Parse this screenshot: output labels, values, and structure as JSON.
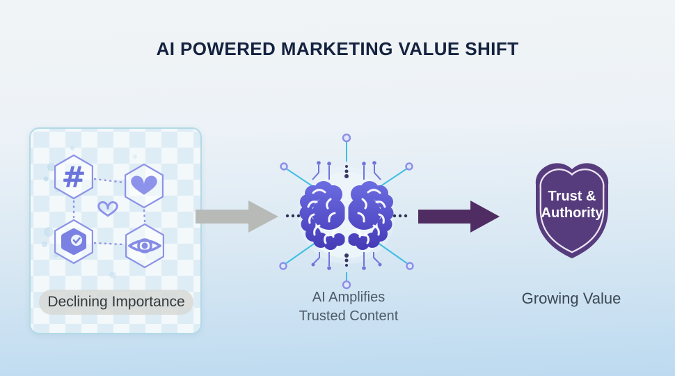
{
  "title": "AI POWERED MARKETING VALUE SHIFT",
  "stages": {
    "declining": {
      "label": "Declining Importance",
      "icon_names": [
        "hashtag-icon",
        "heart-icon",
        "verified-badge-icon",
        "eye-icon",
        "small-heart-icon"
      ],
      "hashtag_glyph": "#"
    },
    "ai_core": {
      "caption_line1": "AI Amplifies",
      "caption_line2": "Trusted Content",
      "icon_name": "ai-brain-icon"
    },
    "growing": {
      "shield_line1": "Trust &",
      "shield_line2": "Authority",
      "caption": "Growing Value",
      "icon_name": "trust-shield-icon"
    }
  },
  "arrows": {
    "declining_to_ai": {
      "color": "#b7bab7"
    },
    "ai_to_growing": {
      "color": "#4f2d62"
    }
  },
  "colors": {
    "title_text": "#14223f",
    "background_top": "#f1f4f6",
    "background_bottom": "#bcdaf0",
    "card_border": "#b2dae6",
    "periwinkle_icon": "#7d84e4",
    "hexagon_stroke": "#8d93e6",
    "cyan_circuit": "#3fbde4",
    "brain_gradient_top": "#6c6de2",
    "brain_gradient_bottom": "#4338b5",
    "shield_purple": "#573c7d",
    "pill_background": "#d7d9d6",
    "caption_gray": "#4f5b67"
  }
}
